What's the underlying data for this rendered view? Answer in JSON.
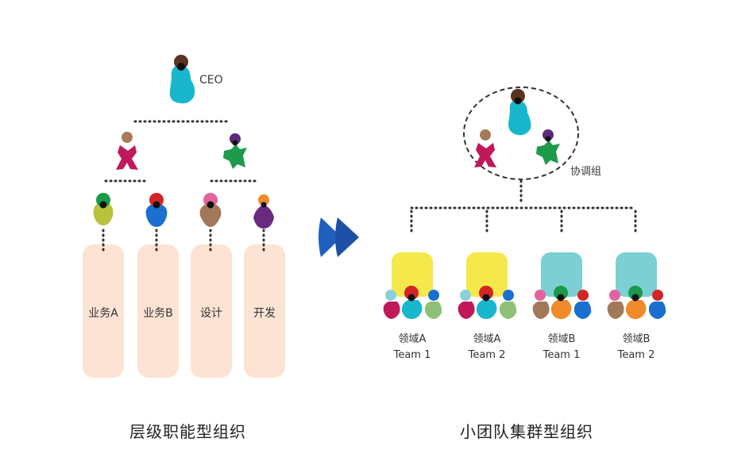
{
  "left": {
    "ceo_label": "CEO",
    "columns": [
      "业务A",
      "业务B",
      "设计",
      "开发"
    ],
    "caption": "层级职能型组织"
  },
  "right": {
    "coordination_label": "协调组",
    "teams": [
      {
        "domain": "领域A",
        "team": "Team 1"
      },
      {
        "domain": "领域A",
        "team": "Team 2"
      },
      {
        "domain": "领域B",
        "team": "Team 1"
      },
      {
        "domain": "领域B",
        "team": "Team 2"
      }
    ],
    "caption": "小团队集群型组织"
  },
  "colors": {
    "column_bg": "#fde3d3",
    "team_yellow": "#f5e84a",
    "team_teal": "#7ccfd3",
    "arrow": "#1f5fbf"
  }
}
